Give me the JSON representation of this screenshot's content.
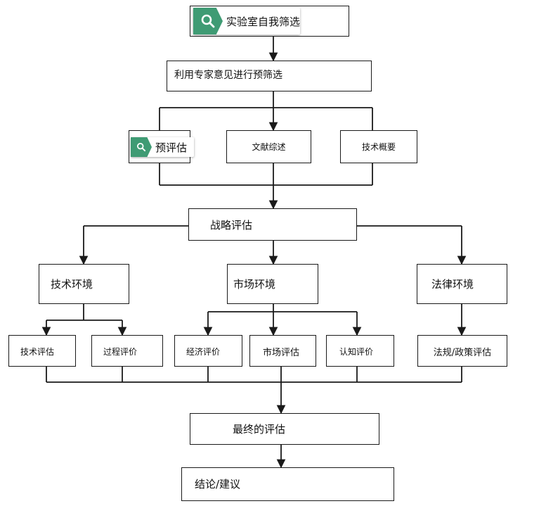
{
  "colors": {
    "line": "#1a1a1a",
    "badge": "#3f9b74"
  },
  "nodes": {
    "lab_screen": "实验室自我筛选",
    "prescreen": "利用专家意见进行预筛选",
    "pre_eval": "预评估",
    "literature": "文献综述",
    "tech_summary": "技术概要",
    "strategy": "战略评估",
    "tech_env": "技术环境",
    "market_env": "市场环境",
    "legal_env": "法律环境",
    "tech_eval": "技术评估",
    "process_eval": "过程评价",
    "econ_eval": "经济评价",
    "market_eval": "市场评估",
    "cognitive_eval": "认知评价",
    "legal_eval": "法规/政策评估",
    "final_eval": "最终的评估",
    "conclusion": "结论/建议"
  },
  "icons": {
    "badge_icon": "search-icon"
  }
}
